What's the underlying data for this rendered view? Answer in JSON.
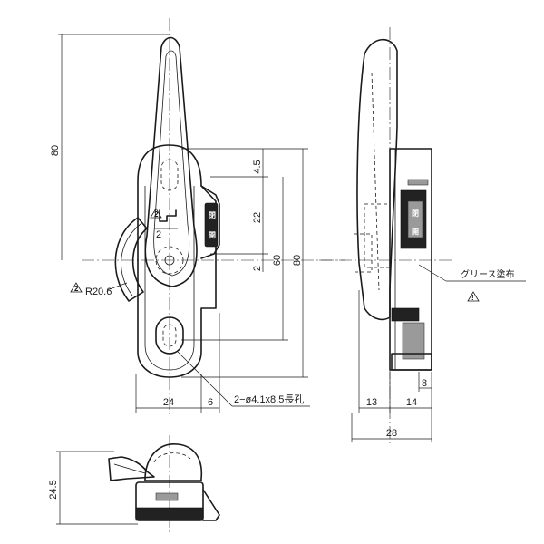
{
  "dimensions": {
    "handle_length": "80",
    "offset_top": "4.5",
    "slot_spacing": "22",
    "offset_small": "2",
    "hole_pitch": "60",
    "body_length": "80",
    "gap_small": "2",
    "radius": "R20.6",
    "width_24": "24",
    "width_6": "6",
    "slot_hole": "2−ø4.1x8.5長孔",
    "side_13": "13",
    "side_14": "14",
    "side_8": "8",
    "side_total": "28",
    "bottom_height": "24.5"
  },
  "notes": {
    "grease": "グリース塗布",
    "marker_label": "2"
  },
  "panel_marks": {
    "lock": "閉",
    "open": "開"
  }
}
